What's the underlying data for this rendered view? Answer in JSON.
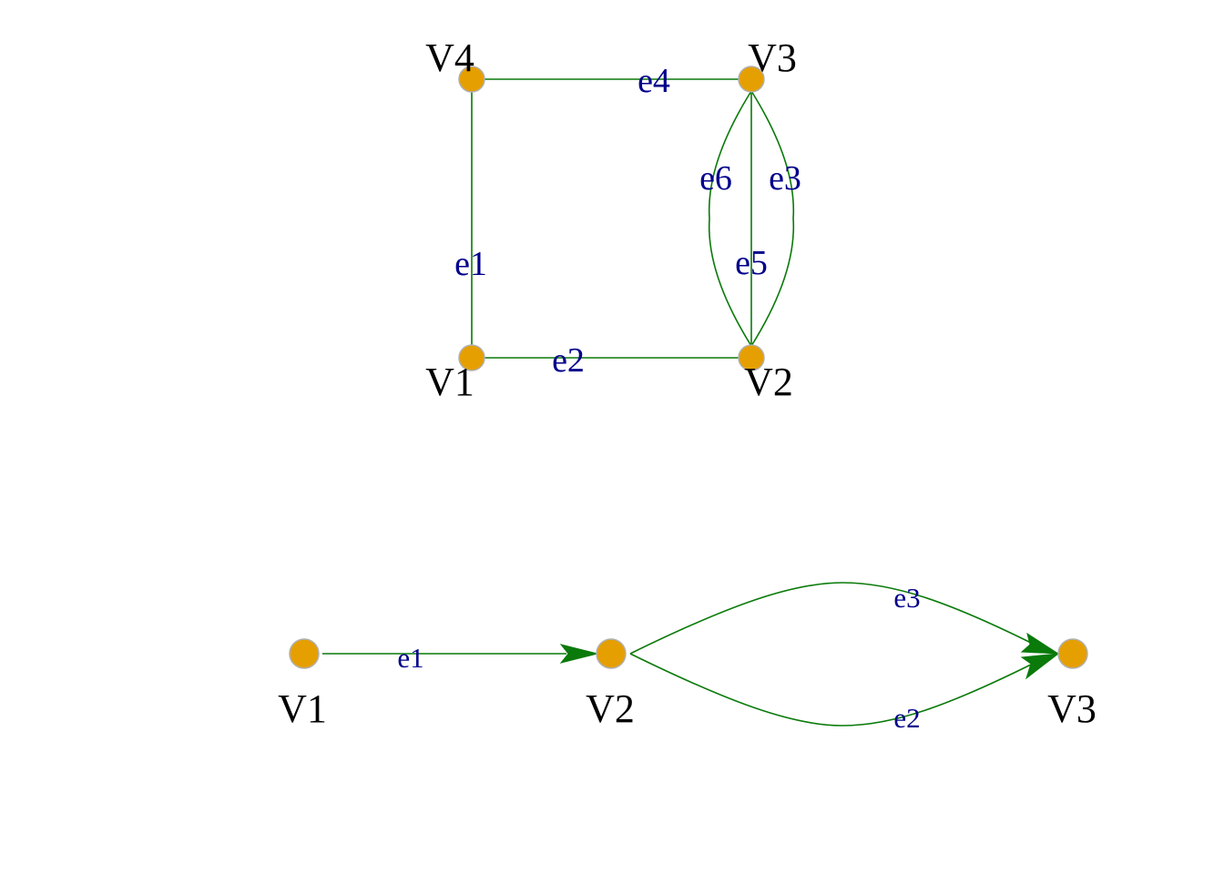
{
  "graph_undirected": {
    "vertices": [
      {
        "id": "V1",
        "label": "V1"
      },
      {
        "id": "V2",
        "label": "V2"
      },
      {
        "id": "V3",
        "label": "V3"
      },
      {
        "id": "V4",
        "label": "V4"
      }
    ],
    "edges": [
      {
        "id": "e1",
        "label": "e1",
        "from": "V1",
        "to": "V4"
      },
      {
        "id": "e2",
        "label": "e2",
        "from": "V1",
        "to": "V2"
      },
      {
        "id": "e3",
        "label": "e3",
        "from": "V2",
        "to": "V3"
      },
      {
        "id": "e4",
        "label": "e4",
        "from": "V4",
        "to": "V3"
      },
      {
        "id": "e5",
        "label": "e5",
        "from": "V2",
        "to": "V3"
      },
      {
        "id": "e6",
        "label": "e6",
        "from": "V2",
        "to": "V3"
      }
    ]
  },
  "graph_directed": {
    "vertices": [
      {
        "id": "V1",
        "label": "V1"
      },
      {
        "id": "V2",
        "label": "V2"
      },
      {
        "id": "V3",
        "label": "V3"
      }
    ],
    "edges": [
      {
        "id": "e1",
        "label": "e1",
        "from": "V1",
        "to": "V2"
      },
      {
        "id": "e2",
        "label": "e2",
        "from": "V2",
        "to": "V3"
      },
      {
        "id": "e3",
        "label": "e3",
        "from": "V2",
        "to": "V3"
      }
    ]
  },
  "colors": {
    "vertex_fill": "#E69F00",
    "vertex_border": "#B0B0B0",
    "edge": "#0A7A0A",
    "edge_label": "#00008B",
    "vertex_label": "#000000"
  }
}
